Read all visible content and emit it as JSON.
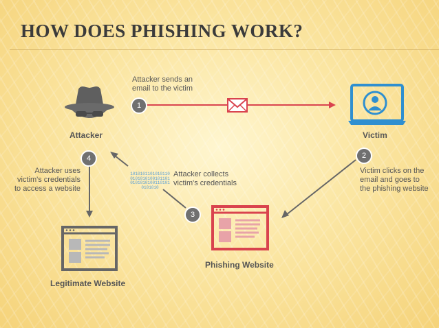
{
  "title": "HOW DOES PHISHING WORK?",
  "nodes": {
    "attacker": "Attacker",
    "victim": "Victim",
    "phishing_site": "Phishing Website",
    "legit_site": "Legitimate Website"
  },
  "steps": [
    {
      "num": "1",
      "line1": "Attacker sends an",
      "line2": "email to the victim"
    },
    {
      "num": "2",
      "line1": "Victim clicks on the",
      "line2": "email and goes to",
      "line3": "the phishing website"
    },
    {
      "num": "3",
      "line1": "Attacker collects",
      "line2": "victim's credentials"
    },
    {
      "num": "4",
      "line1": "Attacker uses",
      "line2": "victim's credentials",
      "line3": "to access a website"
    }
  ],
  "binary_text": "1010101101010110010101010010110101010101001101010101010",
  "colors": {
    "accent_red": "#d9434e",
    "accent_blue": "#2f8fd0",
    "icon_gray": "#666666",
    "arrow_gray": "#666666"
  }
}
